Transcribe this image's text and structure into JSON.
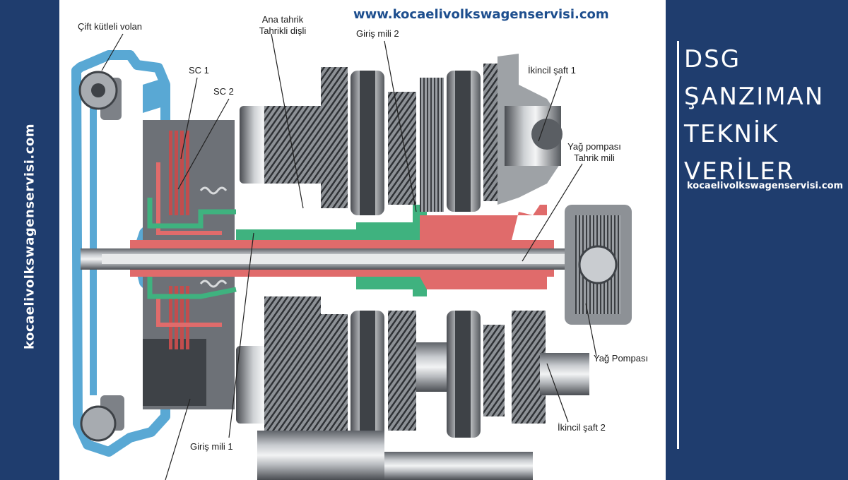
{
  "site_url": "www.kocaelivolkswagenservisi.com",
  "side_url": "kocaelivolkswagenservisi.com",
  "panel": {
    "title_lines": [
      "DSG",
      "ŞANZIMAN",
      "TEKNİK",
      "VERİLER"
    ],
    "url": "kocaelivolkswagenservisi.com"
  },
  "labels": {
    "dual_mass_flywheel": "Çift kütleli volan",
    "sc1": "SC 1",
    "sc2": "SC 2",
    "main_drive_line1": "Ana tahrik",
    "main_drive_line2": "Tahrikli dişli",
    "input_shaft_2": "Giriş mili 2",
    "secondary_shaft_1": "İkincil şaft 1",
    "oil_pump_drive_line1": "Yağ pompası",
    "oil_pump_drive_line2": "Tahrik mili",
    "oil_pump": "Yağ Pompası",
    "secondary_shaft_2": "İkincil şaft 2",
    "input_shaft_1": "Giriş mili 1"
  },
  "colors": {
    "navy": "#1f3d6e",
    "url_blue": "#1d4e8e",
    "shaft_red": "#e06b6b",
    "shaft_green": "#3fb27f",
    "housing_blue": "#59a8d4"
  }
}
